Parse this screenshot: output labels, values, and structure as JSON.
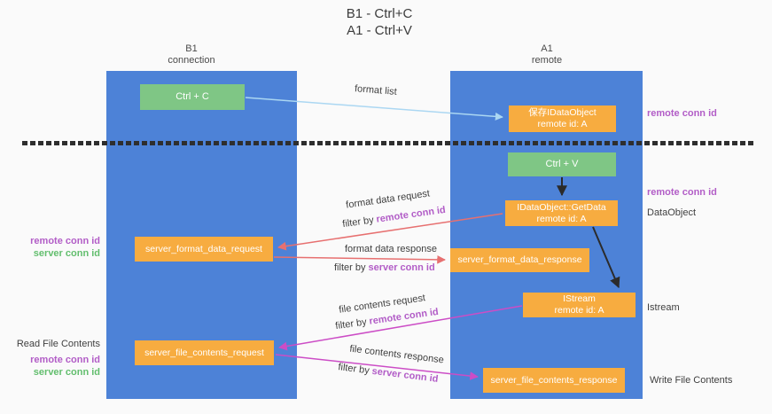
{
  "title": {
    "line1": "B1 - Ctrl+C",
    "line2": "A1 - Ctrl+V"
  },
  "columns": {
    "left": {
      "name": "B1",
      "role": "connection"
    },
    "right": {
      "name": "A1",
      "role": "remote"
    }
  },
  "boxes": {
    "ctrl_c": {
      "label": "Ctrl + C"
    },
    "save_dataobject": {
      "line1": "保存IDataObject",
      "line2": "remote id: A"
    },
    "ctrl_v": {
      "label": "Ctrl + V"
    },
    "getdata": {
      "line1": "IDataObject::GetData",
      "line2": "remote id: A"
    },
    "server_format_data_request": {
      "label": "server_format_data_request"
    },
    "server_format_data_response": {
      "label": "server_format_data_response"
    },
    "istream": {
      "line1": "IStream",
      "line2": "remote id: A"
    },
    "server_file_contents_request": {
      "label": "server_file_contents_request"
    },
    "server_file_contents_response": {
      "label": "server_file_contents_response"
    }
  },
  "arrow_labels": {
    "format_list": "format list",
    "format_data_request": "format data request",
    "format_data_request_filter_prefix": "filter by",
    "format_data_request_filter_key": "remote conn id",
    "format_data_response": "format data response",
    "format_data_response_filter_prefix": "filter by",
    "format_data_response_filter_key": "server conn id",
    "file_contents_request": "file contents request",
    "file_contents_request_filter_prefix": "filter by",
    "file_contents_request_filter_key": "remote conn id",
    "file_contents_response": "file contents response",
    "file_contents_response_filter_prefix": "filter by",
    "file_contents_response_filter_key": "server conn id"
  },
  "side_labels": {
    "right_top_remote_conn_id": "remote conn id",
    "right_mid_remote_conn_id": "remote conn id",
    "right_dataobject": "DataObject",
    "right_istream": "Istream",
    "right_write_file_contents": "Write File Contents",
    "left_mid_remote_conn_id": "remote conn id",
    "left_mid_server_conn_id": "server conn id",
    "left_read_file_contents": "Read File Contents",
    "left_bottom_remote_conn_id": "remote conn id",
    "left_bottom_server_conn_id": "server conn id"
  },
  "colors": {
    "column_blue": "#4d82d7",
    "box_green": "#7fc685",
    "box_orange": "#f7ac40",
    "arrow_red": "#e77070",
    "arrow_magenta": "#cc4dc6",
    "arrow_light_blue": "#abd7f2",
    "arrow_black": "#2b2b2b",
    "label_purple": "#b25dc7",
    "label_green": "#63be6e",
    "text_dark": "#3f3f3f"
  }
}
